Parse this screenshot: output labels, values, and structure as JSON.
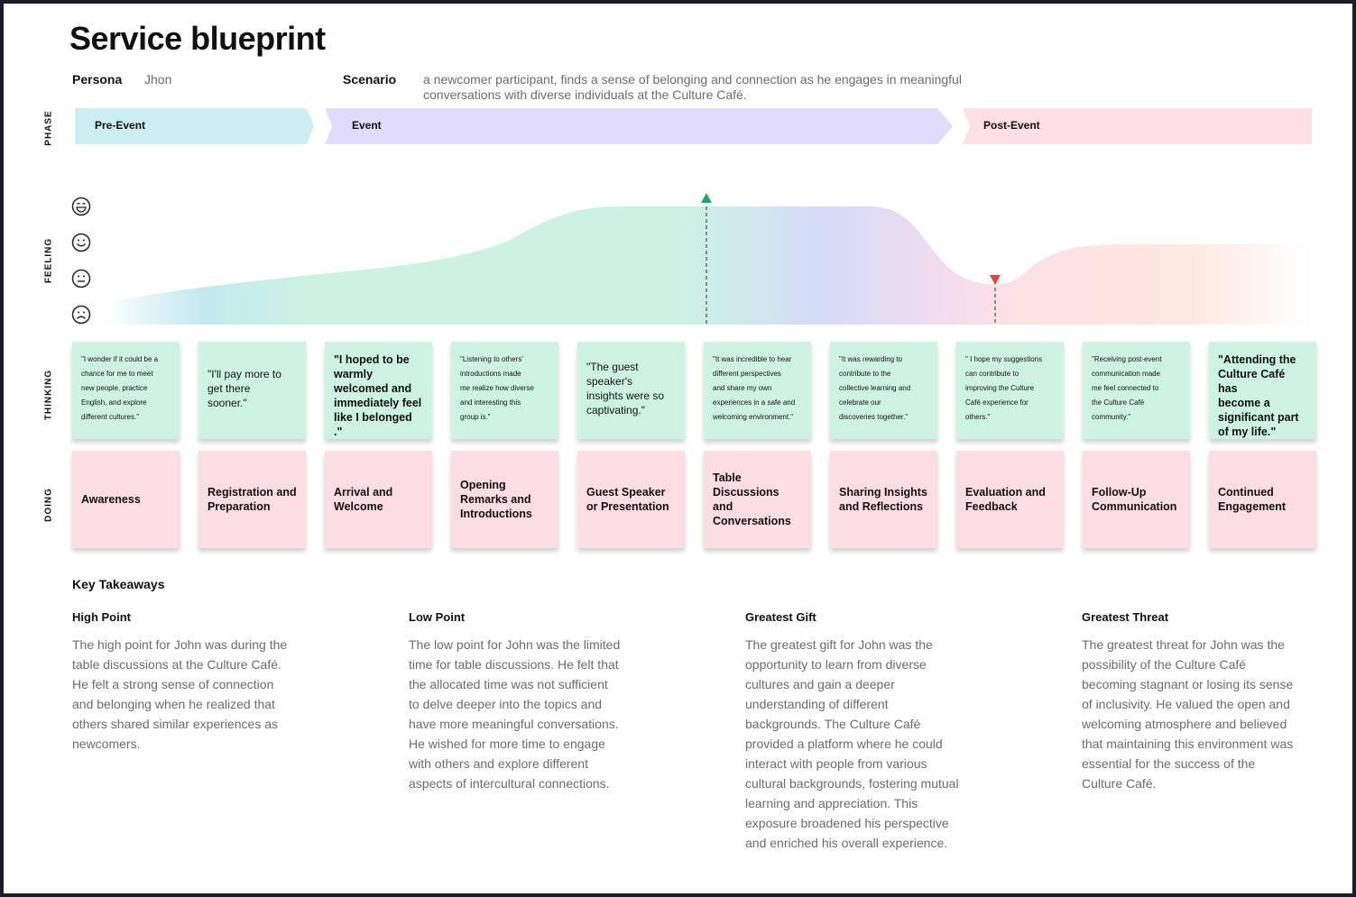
{
  "header": {
    "title": "Service blueprint"
  },
  "persona": {
    "label": "Persona",
    "value": "Jhon"
  },
  "scenario": {
    "label": "Scenario",
    "line1": "a newcomer participant, finds a sense of belonging and connection as he engages in meaningful",
    "line2": "conversations with diverse individuals at the Culture Café."
  },
  "row_labels": {
    "phase": "PHASE",
    "feeling": "FEELING",
    "thinking": "THINKING",
    "doing": "DOING"
  },
  "phases": [
    {
      "label": "Pre-Event",
      "color": "#cdeef3"
    },
    {
      "label": "Event",
      "color": "#e1dcfb"
    },
    {
      "label": "Post-Event",
      "color": "#fddfe4"
    }
  ],
  "feeling": {
    "levels": [
      "very-happy-face-icon",
      "happy-face-icon",
      "neutral-face-icon",
      "sad-face-icon"
    ],
    "high_marker_color": "#1aa86b",
    "low_marker_color": "#e0463f"
  },
  "thinking": [
    {
      "size": "s",
      "lines": [
        "\"I wonder if it could be a",
        "chance for me to meet",
        "new people, practice",
        "English, and explore",
        "different cultures.\""
      ]
    },
    {
      "size": "m",
      "lines": [
        "\"I'll pay more to",
        "get there",
        "sooner.\""
      ]
    },
    {
      "size": "l",
      "lines": [
        "\"I hoped to be",
        "warmly",
        "welcomed and",
        "immediately feel",
        "like I belonged .\""
      ]
    },
    {
      "size": "s",
      "lines": [
        "\"Listening to others'",
        "introductions made",
        "me realize how diverse",
        "and interesting this",
        "group is.\""
      ]
    },
    {
      "size": "m",
      "lines": [
        "\"The guest",
        "speaker's",
        "insights were so",
        "captivating.\""
      ]
    },
    {
      "size": "s",
      "lines": [
        "\"It was incredible to hear",
        "different perspectives",
        "and share my own",
        "experiences in a safe and",
        "welcoming environment.\""
      ]
    },
    {
      "size": "s",
      "lines": [
        "\"It was rewarding to",
        "contribute to the",
        "collective learning and",
        "celebrate our",
        "discoveries together.\""
      ]
    },
    {
      "size": "s",
      "lines": [
        "\" I hope my suggestions",
        "can contribute to",
        "improving the Culture",
        "Café experience for",
        "others.\""
      ]
    },
    {
      "size": "s",
      "lines": [
        "\"Receiving post-event",
        "communication made",
        "me feel connected to",
        "the Culture Café",
        "community.\""
      ]
    },
    {
      "size": "l",
      "lines": [
        "\"Attending the",
        "Culture Café has",
        "become a",
        "significant part",
        "of my life.\""
      ]
    }
  ],
  "doing": [
    [
      "Awareness"
    ],
    [
      "Registration and",
      "Preparation"
    ],
    [
      "Arrival and",
      "Welcome"
    ],
    [
      "Opening",
      "Remarks and",
      "Introductions"
    ],
    [
      "Guest Speaker",
      "or Presentation"
    ],
    [
      "Table",
      "Discussions and",
      "Conversations"
    ],
    [
      "Sharing Insights",
      "and Reflections"
    ],
    [
      "Evaluation and",
      "Feedback"
    ],
    [
      "Follow-Up",
      "Communication"
    ],
    [
      "Continued",
      "Engagement"
    ]
  ],
  "takeaways": {
    "heading": "Key Takeaways",
    "items": [
      {
        "title": "High Point",
        "lines": [
          "The high point for John was during the",
          "table discussions at the Culture Café.",
          "He felt a strong sense of connection",
          "and belonging when he realized that",
          "others shared similar experiences as",
          "newcomers."
        ]
      },
      {
        "title": "Low Point",
        "lines": [
          "The low point for John was the limited",
          "time for table discussions. He felt that",
          "the allocated time was not sufficient",
          "to delve deeper into the topics and",
          "have more meaningful conversations.",
          "He wished for more time to engage",
          "with others and explore different",
          "aspects of intercultural connections."
        ]
      },
      {
        "title": "Greatest Gift",
        "lines": [
          "The greatest gift for John was the",
          "opportunity to learn from diverse",
          "cultures and gain a deeper",
          "understanding of different",
          "backgrounds. The Culture Café",
          "provided a platform where he could",
          "interact with people from various",
          "cultural backgrounds, fostering mutual",
          "learning and appreciation. This",
          "exposure broadened his perspective",
          "and enriched his overall experience."
        ]
      },
      {
        "title": "Greatest Threat",
        "lines": [
          "The greatest threat for John was the",
          "possibility of the Culture Café",
          "becoming stagnant or losing its sense",
          "of inclusivity. He valued the open and",
          "welcoming atmosphere and believed",
          "that maintaining this environment was",
          "essential for the success of the",
          "Culture Café."
        ]
      }
    ]
  }
}
